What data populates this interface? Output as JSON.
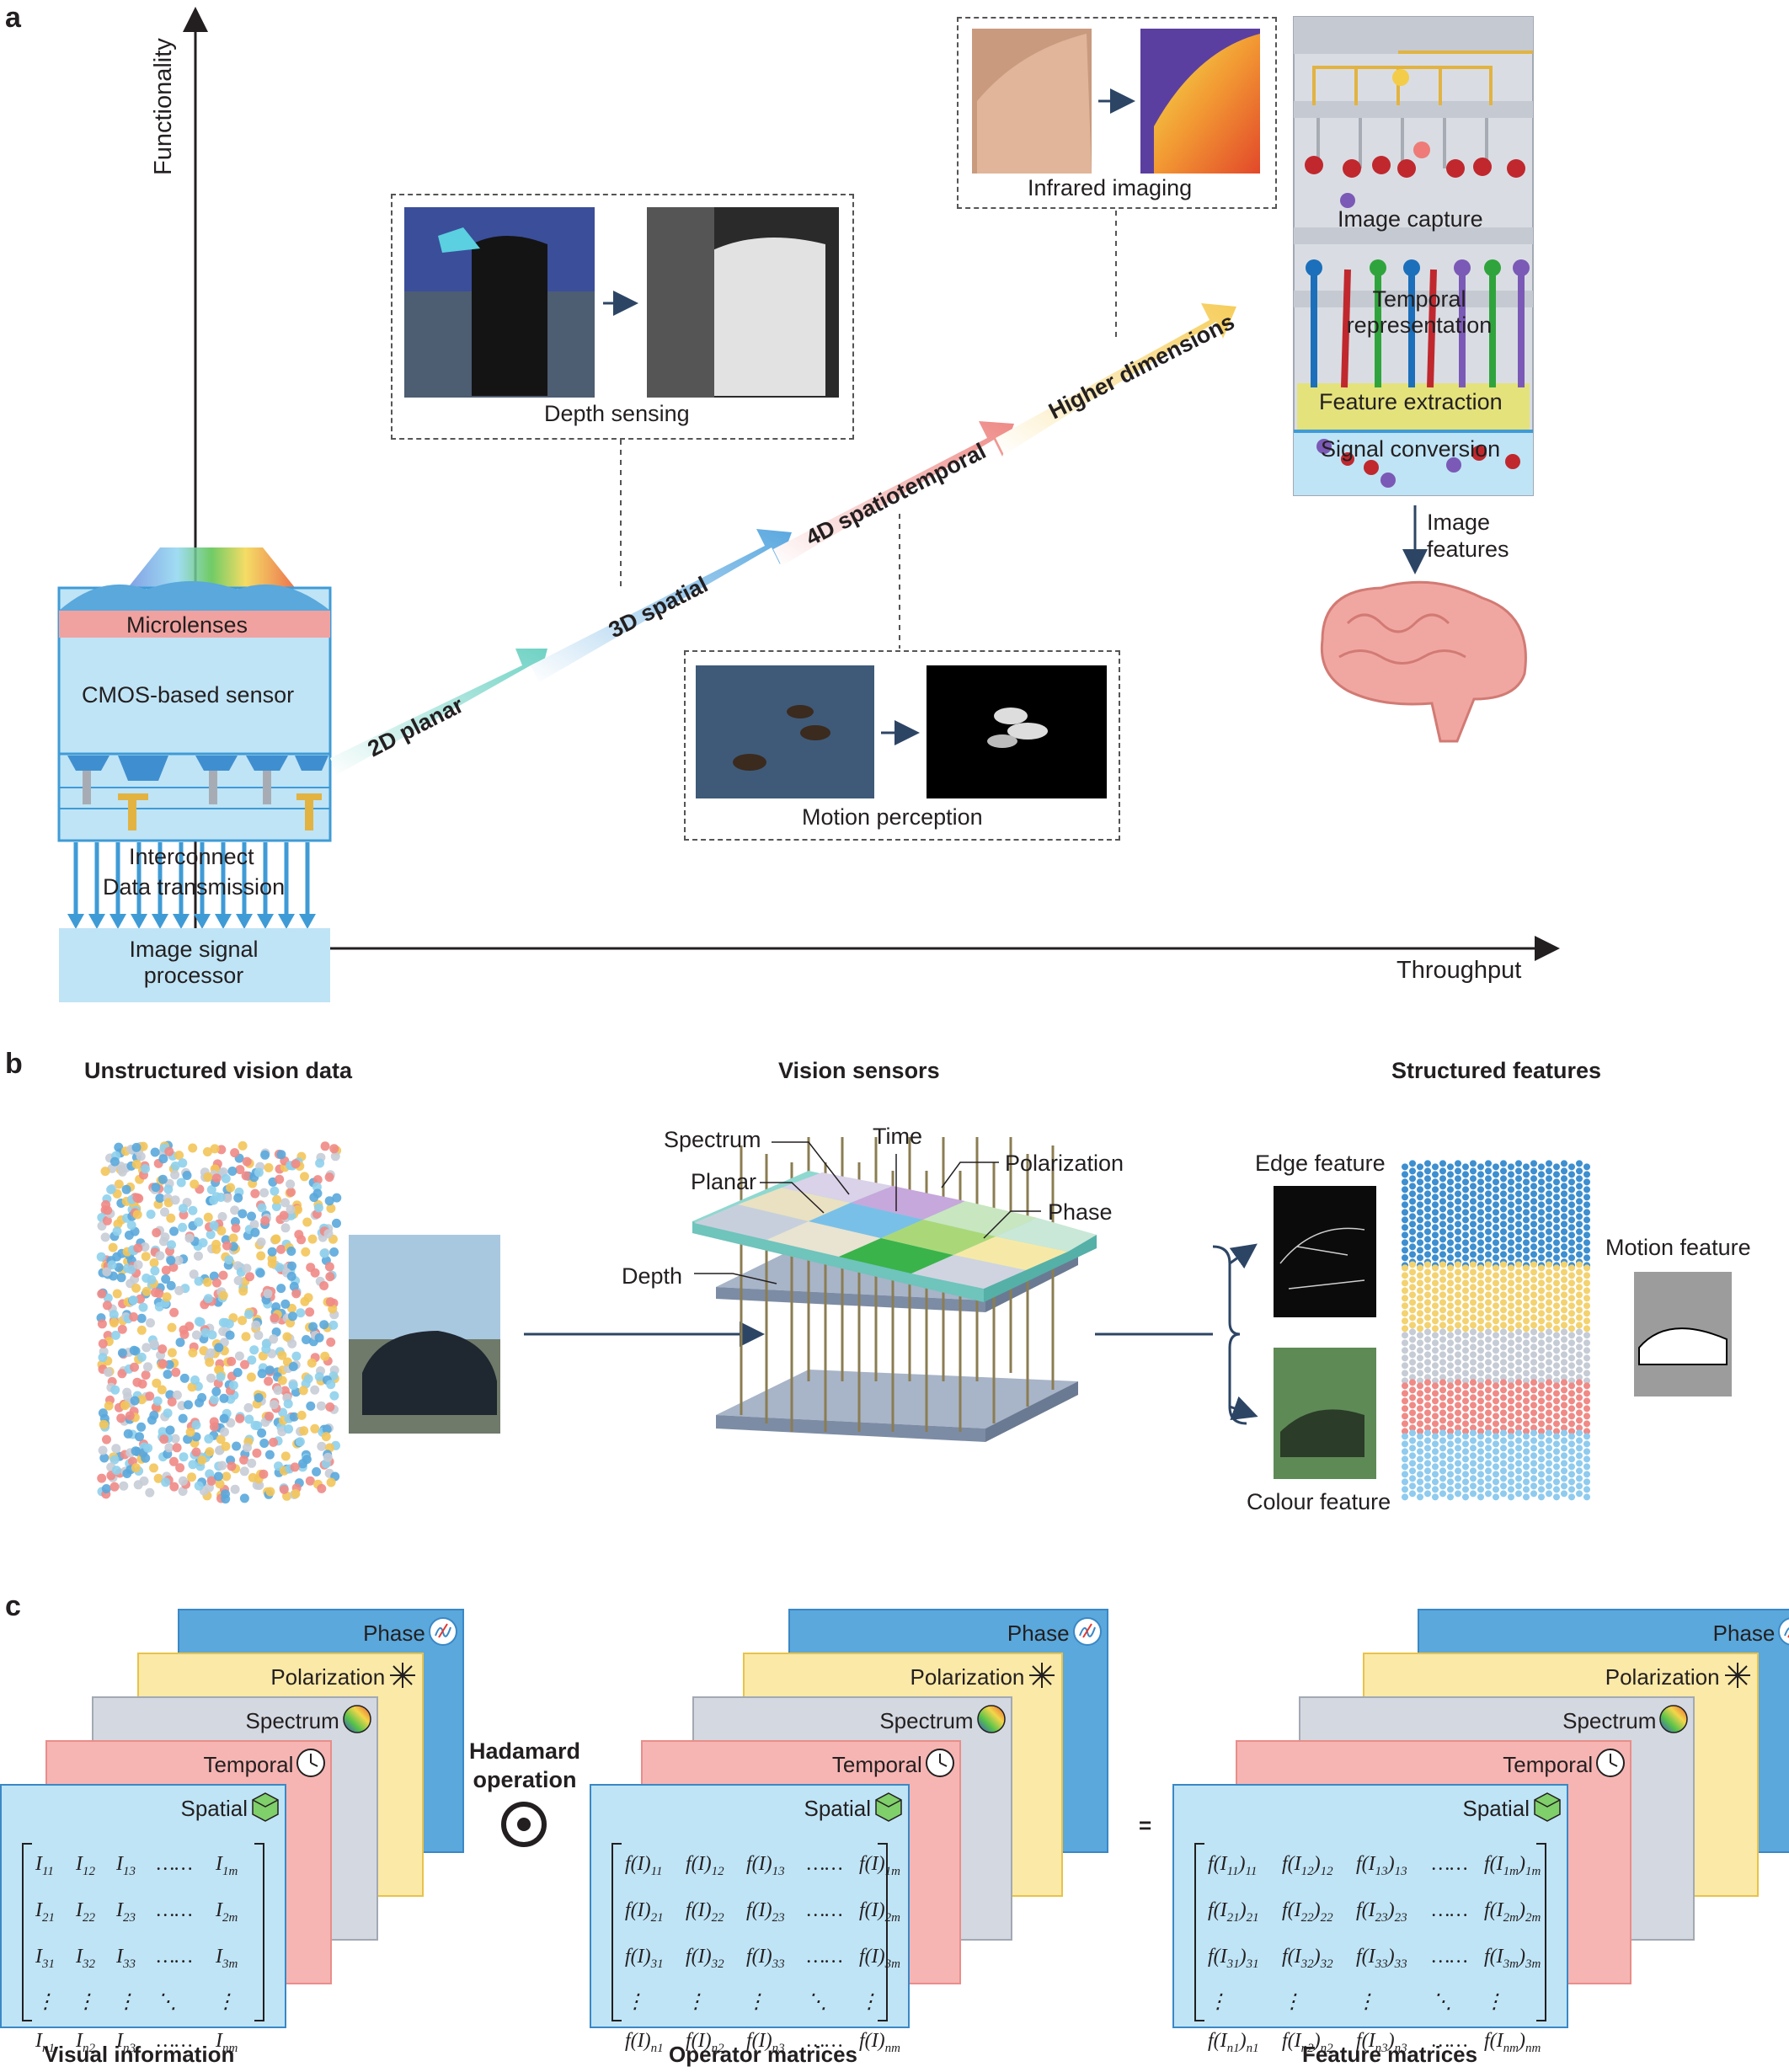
{
  "panel_a": {
    "letter": "a",
    "axis_y": "Functionality",
    "axis_x": "Throughput",
    "sensor": {
      "microlenses": "Microlenses",
      "cmos": "CMOS-based sensor",
      "interconnect": "Interconnect",
      "data_transmission": "Data transmission",
      "isp": "Image signal processor"
    },
    "arrows": [
      "2D planar",
      "3D spatial",
      "4D spatiotemporal",
      "Higher dimensions"
    ],
    "insets": {
      "depth": "Depth sensing",
      "motion": "Motion perception",
      "infrared": "Infrared imaging"
    },
    "retina": {
      "image_capture": "Image capture",
      "temporal": "Temporal representation",
      "feature": "Feature extraction",
      "signal": "Signal conversion",
      "image_features": "Image features"
    }
  },
  "panel_b": {
    "letter": "b",
    "h_unstructured": "Unstructured vision data",
    "h_sensors": "Vision sensors",
    "h_structured": "Structured features",
    "sensor_labels": {
      "spectrum": "Spectrum",
      "time": "Time",
      "polarization": "Polarization",
      "planar": "Planar",
      "phase": "Phase",
      "depth": "Depth"
    },
    "features": {
      "edge": "Edge feature",
      "motion": "Motion feature",
      "colour": "Colour feature"
    }
  },
  "panel_c": {
    "letter": "c",
    "layers": [
      "Phase",
      "Polarization",
      "Spectrum",
      "Temporal",
      "Spatial"
    ],
    "hadamard": "Hadamard operation",
    "equals": "=",
    "captions": {
      "visual": "Visual information",
      "operator": "Operator matrices",
      "feature": "Feature matrices"
    }
  },
  "colors": {
    "phase": "#5aa8dc",
    "polarization": "#fbe9a7",
    "spectrum": "#d4d8e0",
    "temporal": "#f6b5b3",
    "spatial": "#bfe4f6",
    "arrow_blue": "#3f9bd6",
    "dark_navy": "#1f3550"
  }
}
